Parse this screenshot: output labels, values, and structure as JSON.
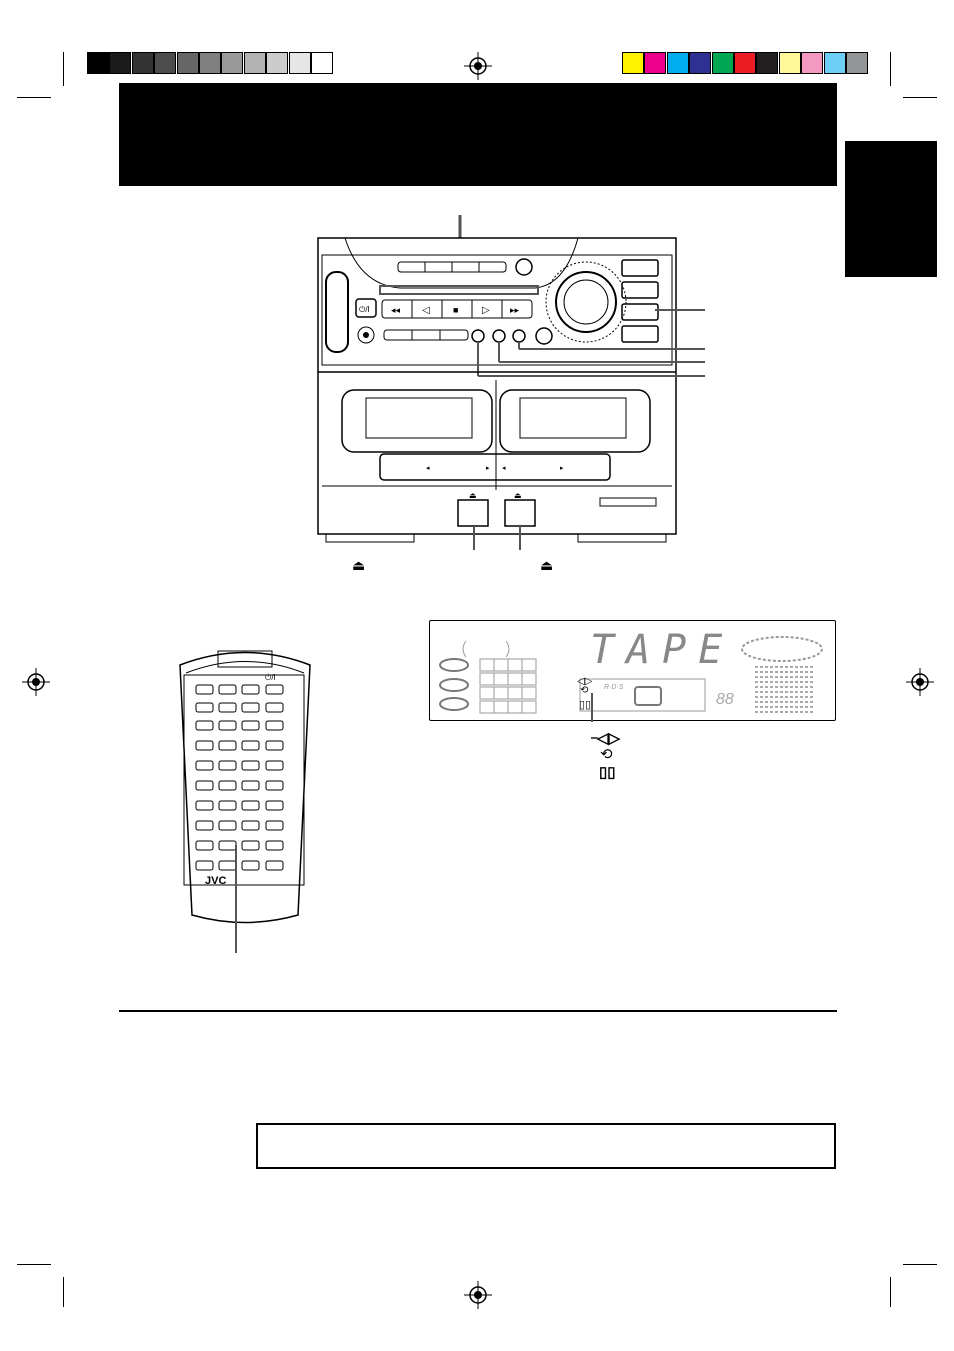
{
  "page": {
    "header_title": "",
    "side_tab_label": "",
    "note_text": ""
  },
  "color_bar": {
    "grays": [
      "#000000",
      "#1a1a1a",
      "#333333",
      "#4d4d4d",
      "#666666",
      "#808080",
      "#999999",
      "#b3b3b3",
      "#cccccc",
      "#e6e6e6",
      "#ffffff"
    ],
    "colors": [
      "#fff200",
      "#ec008c",
      "#00aeef",
      "#2e3192",
      "#00a651",
      "#ed1c24",
      "#231f20",
      "#fff799",
      "#f49ac1",
      "#6dcff6",
      "#939598"
    ]
  },
  "display": {
    "mode_text": "TAPE",
    "rds_text": "R·D·S",
    "counter_text": "88"
  },
  "remote": {
    "brand": "JVC",
    "power_symbol": "⏻/I"
  },
  "symbols": {
    "eject": "⏏",
    "reverse_mode": "◁▷",
    "repeat": "⟲",
    "dolby": "▯▯"
  }
}
